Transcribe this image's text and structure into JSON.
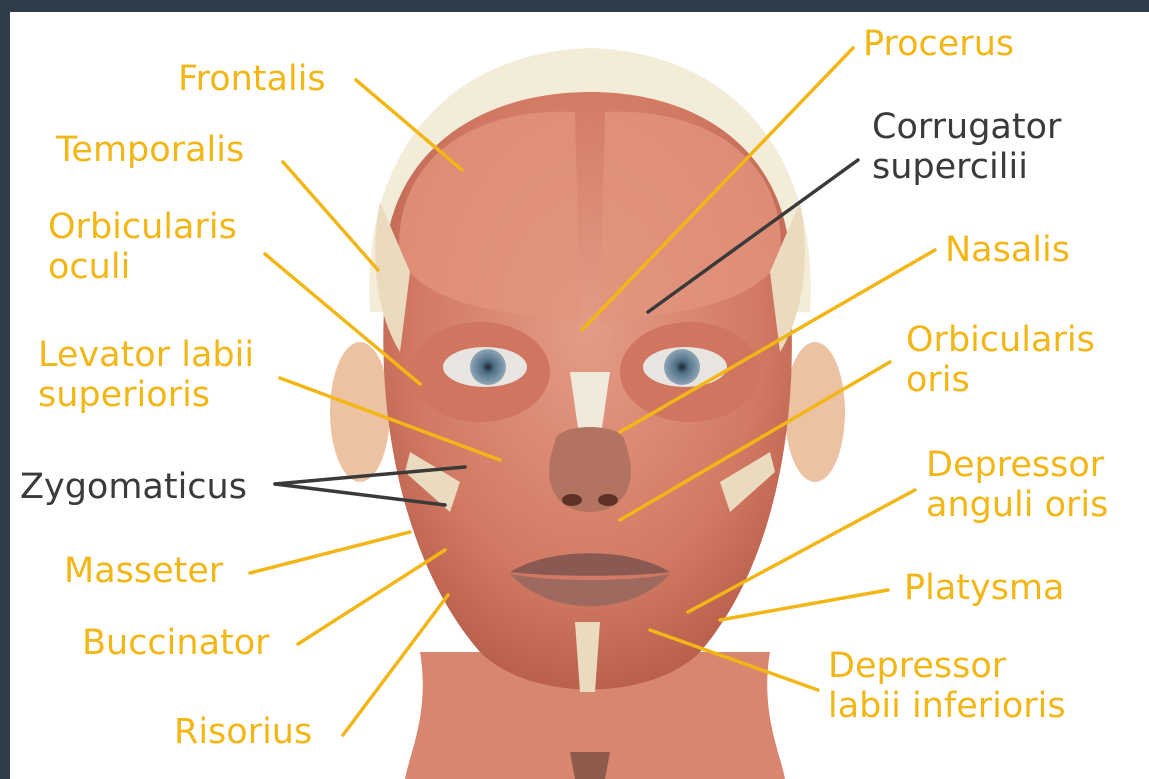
{
  "colors": {
    "frame_border": "#2f3d49",
    "background": "#ffffff",
    "label_yellow": "#f2b617",
    "label_dark": "#3a3a3a",
    "muscle": "#d9826b"
  },
  "labels": {
    "frontalis": "Frontalis",
    "temporalis": "Temporalis",
    "orbicularis_oculi_1": "Orbicularis",
    "orbicularis_oculi_2": "oculi",
    "levator_1": "Levator labii",
    "levator_2": "superioris",
    "zygomaticus": "Zygomaticus",
    "masseter": "Masseter",
    "buccinator": "Buccinator",
    "risorius": "Risorius",
    "procerus": "Procerus",
    "corrugator_1": "Corrugator",
    "corrugator_2": "supercilii",
    "nasalis": "Nasalis",
    "orbicularis_oris_1": "Orbicularis",
    "orbicularis_oris_2": "oris",
    "depressor_anguli_1": "Depressor",
    "depressor_anguli_2": "anguli oris",
    "platysma": "Platysma",
    "depressor_labii_1": "Depressor",
    "depressor_labii_2": "labii inferioris"
  }
}
